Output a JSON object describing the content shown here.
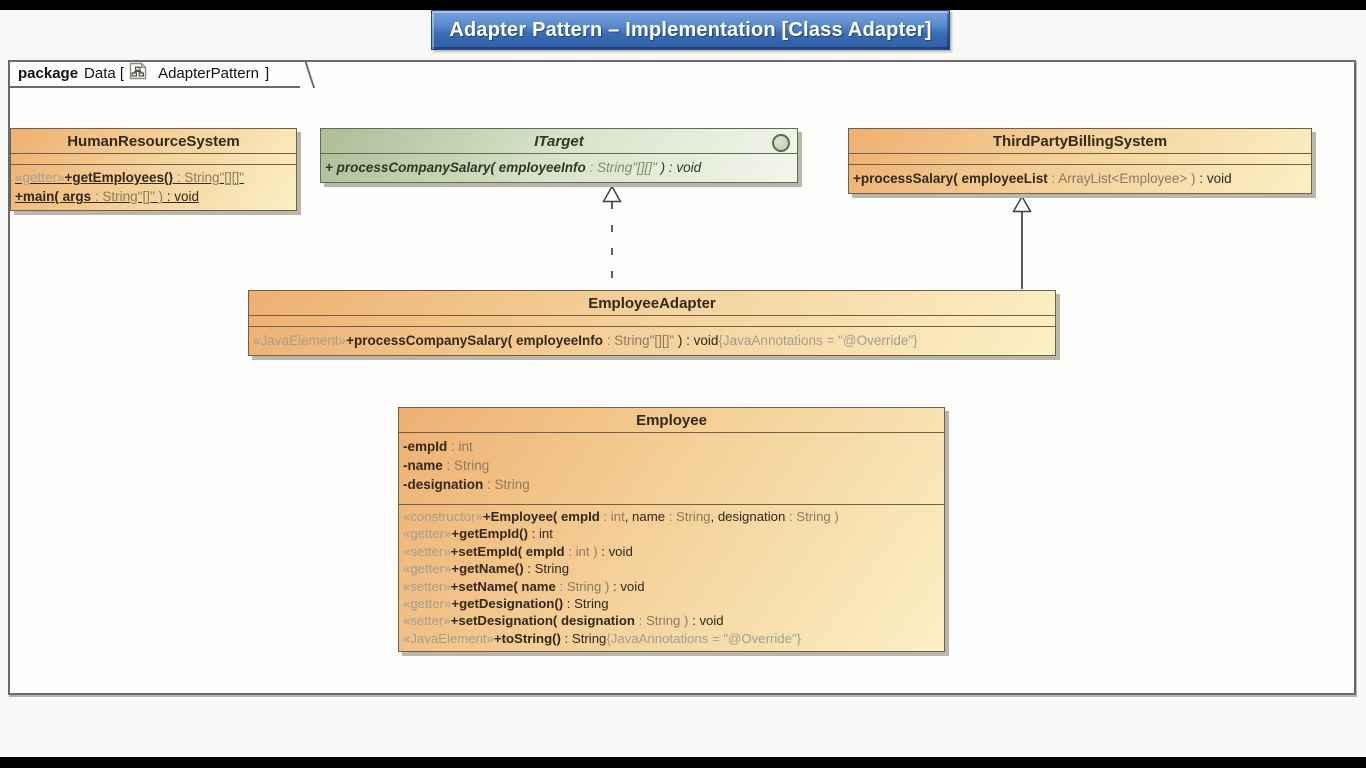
{
  "banner": {
    "title": "Adapter Pattern – Implementation [Class Adapter]"
  },
  "frame": {
    "keyword": "package",
    "label": "Data [",
    "diagram_icon": "package-diagram-icon",
    "diagram_name": "AdapterPattern",
    "label_close": "]"
  },
  "colors": {
    "banner_blue": "#3a6cb5",
    "class_fill_dark": "#eeb072",
    "class_fill_light": "#faf0c5",
    "interface_fill_dark": "#aabe98",
    "interface_fill_light": "#f3f6ec",
    "class_border": "#70604a",
    "stereotype_gray": "#a39e90",
    "type_gray": "#8d7a62"
  },
  "classes": [
    {
      "key": "human-resource-system",
      "name": "HumanResourceSystem",
      "kind": "class",
      "attributes": [],
      "methods": [
        {
          "underline": true,
          "segments": [
            [
              "stereo",
              "«getter»"
            ],
            [
              "name",
              "+getEmployees()"
            ],
            [
              "type",
              " : String\"[][]\""
            ]
          ]
        },
        {
          "underline": true,
          "segments": [
            [
              "name",
              "+main( args"
            ],
            [
              "type",
              " : String\"[]\" )"
            ],
            [
              "plain",
              " : void"
            ]
          ]
        }
      ]
    },
    {
      "key": "itarget",
      "name": "ITarget",
      "kind": "interface",
      "methods": [
        {
          "italic": true,
          "segments": [
            [
              "name",
              "+ processCompanySalary( employeeInfo"
            ],
            [
              "type",
              " : String\"[][]\""
            ],
            [
              "plain",
              " ) : void"
            ]
          ]
        }
      ]
    },
    {
      "key": "third-party-billing-system",
      "name": "ThirdPartyBillingSystem",
      "kind": "class",
      "attributes": [],
      "methods": [
        {
          "segments": [
            [
              "name",
              "+processSalary( employeeList"
            ],
            [
              "type",
              " : ArrayList<Employee> )"
            ],
            [
              "plain",
              " : void"
            ]
          ]
        }
      ]
    },
    {
      "key": "employee-adapter",
      "name": "EmployeeAdapter",
      "kind": "class",
      "attributes": [],
      "methods": [
        {
          "segments": [
            [
              "stereo",
              "«JavaElement»"
            ],
            [
              "name",
              "+processCompanySalary( employeeInfo"
            ],
            [
              "type",
              " : String\"[][]\" "
            ],
            [
              "plain",
              ") : void"
            ],
            [
              "stereo",
              "{JavaAnnotations = \"@Override\"}"
            ]
          ]
        }
      ]
    },
    {
      "key": "employee",
      "name": "Employee",
      "kind": "class",
      "attributes": [
        {
          "segments": [
            [
              "name",
              "-empId"
            ],
            [
              "type",
              " : int"
            ]
          ]
        },
        {
          "segments": [
            [
              "name",
              "-name"
            ],
            [
              "type",
              " : String"
            ]
          ]
        },
        {
          "segments": [
            [
              "name",
              "-designation"
            ],
            [
              "type",
              " : String"
            ]
          ]
        }
      ],
      "methods": [
        {
          "segments": [
            [
              "stereo",
              "«constructor»"
            ],
            [
              "name",
              "+Employee( empId"
            ],
            [
              "type",
              " : int"
            ],
            [
              "plain",
              ", name"
            ],
            [
              "type",
              " : String"
            ],
            [
              "plain",
              ", designation"
            ],
            [
              "type",
              " : String )"
            ]
          ]
        },
        {
          "segments": [
            [
              "stereo",
              "«getter»"
            ],
            [
              "name",
              "+getEmpId()"
            ],
            [
              "plain",
              " : int"
            ]
          ]
        },
        {
          "segments": [
            [
              "stereo",
              "«setter»"
            ],
            [
              "name",
              "+setEmpId( empId"
            ],
            [
              "type",
              " : int )"
            ],
            [
              "plain",
              " : void"
            ]
          ]
        },
        {
          "segments": [
            [
              "stereo",
              "«getter»"
            ],
            [
              "name",
              "+getName()"
            ],
            [
              "plain",
              " : String"
            ]
          ]
        },
        {
          "segments": [
            [
              "stereo",
              "«setter»"
            ],
            [
              "name",
              "+setName( name"
            ],
            [
              "type",
              " : String )"
            ],
            [
              "plain",
              " : void"
            ]
          ]
        },
        {
          "segments": [
            [
              "stereo",
              "«getter»"
            ],
            [
              "name",
              "+getDesignation()"
            ],
            [
              "plain",
              " : String"
            ]
          ]
        },
        {
          "segments": [
            [
              "stereo",
              "«setter»"
            ],
            [
              "name",
              "+setDesignation( designation"
            ],
            [
              "type",
              " : String )"
            ],
            [
              "plain",
              " : void"
            ]
          ]
        },
        {
          "segments": [
            [
              "stereo",
              "«JavaElement»"
            ],
            [
              "name",
              "+toString()"
            ],
            [
              "plain",
              " : String"
            ],
            [
              "stereo",
              "{JavaAnnotations = \"@Override\"}"
            ]
          ]
        }
      ]
    }
  ],
  "connectors": [
    {
      "type": "interface-realization",
      "from": "EmployeeAdapter",
      "to": "ITarget",
      "style": "dashed"
    },
    {
      "type": "generalization",
      "from": "EmployeeAdapter",
      "to": "ThirdPartyBillingSystem",
      "style": "solid"
    }
  ]
}
